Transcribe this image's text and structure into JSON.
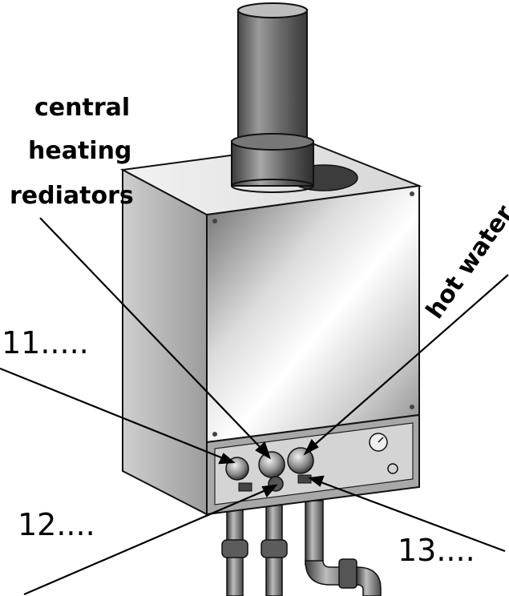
{
  "labels": {
    "line1": "central",
    "line2": "heating",
    "line3": "rediators",
    "hot_water": "hot water",
    "q11": "11.....",
    "q12": "12....",
    "q13": "13...."
  }
}
